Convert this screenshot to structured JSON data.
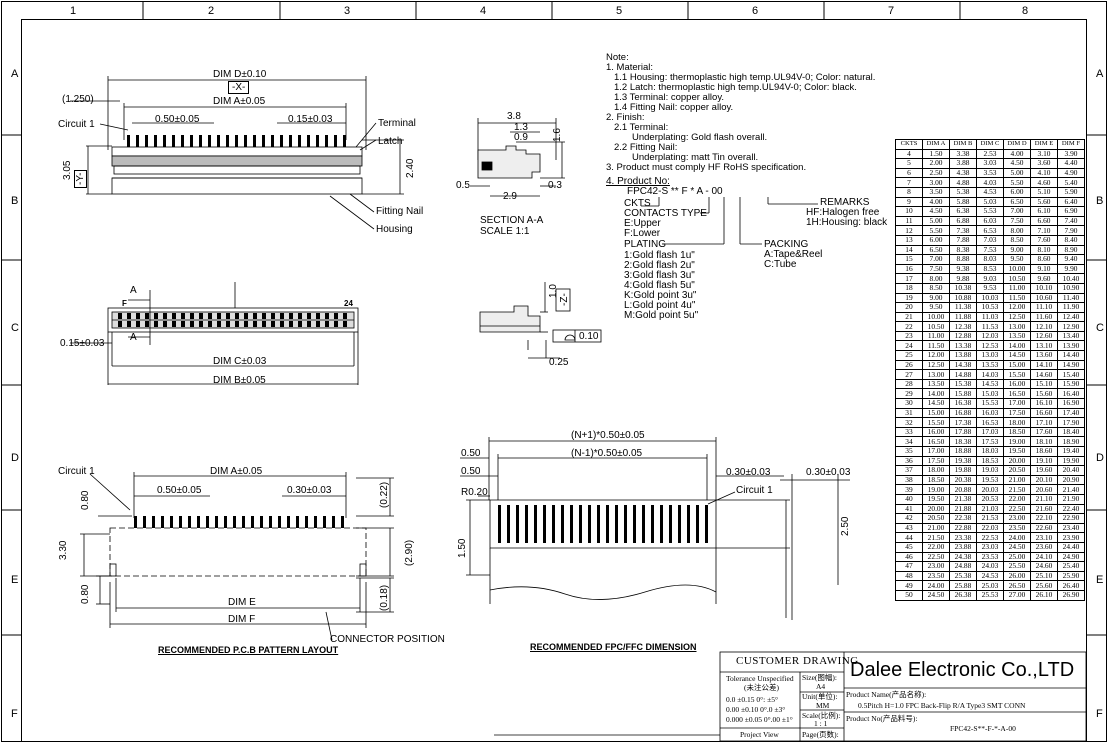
{
  "border": {
    "columns": [
      "1",
      "2",
      "3",
      "4",
      "5",
      "6",
      "7",
      "8"
    ],
    "rows": [
      "A",
      "B",
      "C",
      "D",
      "E",
      "F"
    ]
  },
  "notes": {
    "lines": [
      "Note:",
      "1. Material:",
      "1.1 Housing: thermoplastic high temp.UL94V-0; Color: natural.",
      "1.2 Latch: thermoplastic high temp.UL94V-0; Color: black.",
      "1.3 Terminal: copper alloy.",
      "1.4 Fitting Nail: copper alloy.",
      "2. Finish:",
      "2.1 Terminal:",
      "Underplating: Gold flash overall.",
      "2.2 Fitting Nail:",
      "Underplating: matt Tin overall.",
      "3. Product must comply HF RoHS specification."
    ]
  },
  "part_no": {
    "heading": "4. Product No:",
    "code": "FPC42-S ** F * A - 00",
    "ckts": "CKTS",
    "contacts_type": "CONTACTS TYPE",
    "contacts_opts": [
      "E:Upper",
      "F:Lower"
    ],
    "plating": "PLATING",
    "plating_opts": [
      "1:Gold flash 1u\"",
      "2:Gold flash 2u\"",
      "3:Gold flash 3u\"",
      "4:Gold flash 5u\"",
      "K:Gold point 3u\"",
      "L:Gold point 4u\"",
      "M:Gold point 5u\""
    ],
    "remarks": "REMARKS",
    "remarks_opts": [
      "HF:Halogen free",
      "1H:Housing: black"
    ],
    "packing": "PACKING",
    "packing_opts": [
      "A:Tape&Reel",
      "C:Tube"
    ]
  },
  "view_top": {
    "dim_d": "DIM D±0.10",
    "datum_x": "-X-",
    "dim_a": "DIM A±0.05",
    "offset": "(1.250)",
    "pitch1": "0.50±0.05",
    "pitch2": "0.15±0.03",
    "circuit1": "Circuit 1",
    "terminal": "Terminal",
    "latch": "Latch",
    "h305": "3.05",
    "datum_y": "-Y-",
    "h240": "2.40",
    "fitting": "Fitting Nail",
    "housing": "Housing"
  },
  "view_front": {
    "label_a": "A",
    "label_f": "F",
    "label_24": "24",
    "tol": "0.15±0.03",
    "dim_c": "DIM C±0.03",
    "dim_b": "DIM B±0.05"
  },
  "section": {
    "d38": "3.8",
    "d13": "1.3",
    "d09": "0.9",
    "d16": "1.6",
    "d05": "0.5",
    "d29": "2.9",
    "d03": "0.3",
    "title": "SECTION A-A",
    "scale": "SCALE 1:1",
    "d10": "1.0",
    "datum_z": "-Z-",
    "flat": "0.10",
    "d025": "0.25"
  },
  "pcb": {
    "circuit1": "Circuit 1",
    "dim_a": "DIM A±0.05",
    "pitch": "0.50±0.05",
    "pad": "0.30±0.03",
    "d080a": "0.80",
    "d022": "(0.22)",
    "d330": "3.30",
    "d290": "(2.90)",
    "d080b": "0.80",
    "dim_e": "DIM E",
    "d018": "(0.18)",
    "dim_f": "DIM F",
    "conn_pos": "CONNECTOR POSITION",
    "title": "RECOMMENDED P.C.B PATTERN LAYOUT"
  },
  "fpc": {
    "n1": "(N+1)*0.50±0.05",
    "nm1": "(N-1)*0.50±0.05",
    "d050a": "0.50",
    "d050b": "0.50",
    "r020": "R0.20",
    "d030a": "0.30±0.03",
    "d030b": "0.30±0.03",
    "circuit1": "Circuit 1",
    "d150": "1.50",
    "d250": "2.50",
    "title": "RECOMMENDED FPC/FFC DIMENSION"
  },
  "table": {
    "headers": [
      "CKTS",
      "DIM A",
      "DIM B",
      "DIM C",
      "DIM D",
      "DIM E",
      "DIM F"
    ],
    "rows": [
      [
        "4",
        "1.50",
        "3.38",
        "2.53",
        "4.00",
        "3.10",
        "3.90"
      ],
      [
        "5",
        "2.00",
        "3.88",
        "3.03",
        "4.50",
        "3.60",
        "4.40"
      ],
      [
        "6",
        "2.50",
        "4.38",
        "3.53",
        "5.00",
        "4.10",
        "4.90"
      ],
      [
        "7",
        "3.00",
        "4.88",
        "4.03",
        "5.50",
        "4.60",
        "5.40"
      ],
      [
        "8",
        "3.50",
        "5.38",
        "4.53",
        "6.00",
        "5.10",
        "5.90"
      ],
      [
        "9",
        "4.00",
        "5.88",
        "5.03",
        "6.50",
        "5.60",
        "6.40"
      ],
      [
        "10",
        "4.50",
        "6.38",
        "5.53",
        "7.00",
        "6.10",
        "6.90"
      ],
      [
        "11",
        "5.00",
        "6.88",
        "6.03",
        "7.50",
        "6.60",
        "7.40"
      ],
      [
        "12",
        "5.50",
        "7.38",
        "6.53",
        "8.00",
        "7.10",
        "7.90"
      ],
      [
        "13",
        "6.00",
        "7.88",
        "7.03",
        "8.50",
        "7.60",
        "8.40"
      ],
      [
        "14",
        "6.50",
        "8.38",
        "7.53",
        "9.00",
        "8.10",
        "8.90"
      ],
      [
        "15",
        "7.00",
        "8.88",
        "8.03",
        "9.50",
        "8.60",
        "9.40"
      ],
      [
        "16",
        "7.50",
        "9.38",
        "8.53",
        "10.00",
        "9.10",
        "9.90"
      ],
      [
        "17",
        "8.00",
        "9.88",
        "9.03",
        "10.50",
        "9.60",
        "10.40"
      ],
      [
        "18",
        "8.50",
        "10.38",
        "9.53",
        "11.00",
        "10.10",
        "10.90"
      ],
      [
        "19",
        "9.00",
        "10.88",
        "10.03",
        "11.50",
        "10.60",
        "11.40"
      ],
      [
        "20",
        "9.50",
        "11.38",
        "10.53",
        "12.00",
        "11.10",
        "11.90"
      ],
      [
        "21",
        "10.00",
        "11.88",
        "11.03",
        "12.50",
        "11.60",
        "12.40"
      ],
      [
        "22",
        "10.50",
        "12.38",
        "11.53",
        "13.00",
        "12.10",
        "12.90"
      ],
      [
        "23",
        "11.00",
        "12.88",
        "12.03",
        "13.50",
        "12.60",
        "13.40"
      ],
      [
        "24",
        "11.50",
        "13.38",
        "12.53",
        "14.00",
        "13.10",
        "13.90"
      ],
      [
        "25",
        "12.00",
        "13.88",
        "13.03",
        "14.50",
        "13.60",
        "14.40"
      ],
      [
        "26",
        "12.50",
        "14.38",
        "13.53",
        "15.00",
        "14.10",
        "14.90"
      ],
      [
        "27",
        "13.00",
        "14.88",
        "14.03",
        "15.50",
        "14.60",
        "15.40"
      ],
      [
        "28",
        "13.50",
        "15.38",
        "14.53",
        "16.00",
        "15.10",
        "15.90"
      ],
      [
        "29",
        "14.00",
        "15.88",
        "15.03",
        "16.50",
        "15.60",
        "16.40"
      ],
      [
        "30",
        "14.50",
        "16.38",
        "15.53",
        "17.00",
        "16.10",
        "16.90"
      ],
      [
        "31",
        "15.00",
        "16.88",
        "16.03",
        "17.50",
        "16.60",
        "17.40"
      ],
      [
        "32",
        "15.50",
        "17.38",
        "16.53",
        "18.00",
        "17.10",
        "17.90"
      ],
      [
        "33",
        "16.00",
        "17.88",
        "17.03",
        "18.50",
        "17.60",
        "18.40"
      ],
      [
        "34",
        "16.50",
        "18.38",
        "17.53",
        "19.00",
        "18.10",
        "18.90"
      ],
      [
        "35",
        "17.00",
        "18.88",
        "18.03",
        "19.50",
        "18.60",
        "19.40"
      ],
      [
        "36",
        "17.50",
        "19.38",
        "18.53",
        "20.00",
        "19.10",
        "19.90"
      ],
      [
        "37",
        "18.00",
        "19.88",
        "19.03",
        "20.50",
        "19.60",
        "20.40"
      ],
      [
        "38",
        "18.50",
        "20.38",
        "19.53",
        "21.00",
        "20.10",
        "20.90"
      ],
      [
        "39",
        "19.00",
        "20.88",
        "20.03",
        "21.50",
        "20.60",
        "21.40"
      ],
      [
        "40",
        "19.50",
        "21.38",
        "20.53",
        "22.00",
        "21.10",
        "21.90"
      ],
      [
        "41",
        "20.00",
        "21.88",
        "21.03",
        "22.50",
        "21.60",
        "22.40"
      ],
      [
        "42",
        "20.50",
        "22.38",
        "21.53",
        "23.00",
        "22.10",
        "22.90"
      ],
      [
        "43",
        "21.00",
        "22.88",
        "22.03",
        "23.50",
        "22.60",
        "23.40"
      ],
      [
        "44",
        "21.50",
        "23.38",
        "22.53",
        "24.00",
        "23.10",
        "23.90"
      ],
      [
        "45",
        "22.00",
        "23.88",
        "23.03",
        "24.50",
        "23.60",
        "24.40"
      ],
      [
        "46",
        "22.50",
        "24.38",
        "23.53",
        "25.00",
        "24.10",
        "24.90"
      ],
      [
        "47",
        "23.00",
        "24.88",
        "24.03",
        "25.50",
        "24.60",
        "25.40"
      ],
      [
        "48",
        "23.50",
        "25.38",
        "24.53",
        "26.00",
        "25.10",
        "25.90"
      ],
      [
        "49",
        "24.00",
        "25.88",
        "25.03",
        "26.50",
        "25.60",
        "26.40"
      ],
      [
        "50",
        "24.50",
        "26.38",
        "25.53",
        "27.00",
        "26.10",
        "26.90"
      ]
    ]
  },
  "title_block": {
    "customer_drawing": "CUSTOMER DRAWING",
    "company": "Dalee Electronic Co.,LTD",
    "tolerance": "Tolerance Unspecified",
    "tolerance_cn": "(未注公差)",
    "tol_rows": [
      "0.0  ±0.15  0°:  ±5°",
      "0.00  ±0.10  0°.0  ±3°",
      "0.000 ±0.05  0°.00 ±1°"
    ],
    "size_label": "Size(图幅):",
    "size_val": "A4",
    "unit_label": "Unit(单位):",
    "unit_val": "MM",
    "scale_label": "Scale(比例):",
    "scale_val": "1 : 1",
    "product_name_label": "Product Name(产品名称):",
    "product_name": "0.5Pitch H=1.0 FPC Back-Flip R/A Type3 SMT CONN",
    "product_no_label": "Product No(产品料号):",
    "product_no": "FPC42-S**-F-*-A-00",
    "project_view": "Project View",
    "page_label": "Page(页数):"
  }
}
